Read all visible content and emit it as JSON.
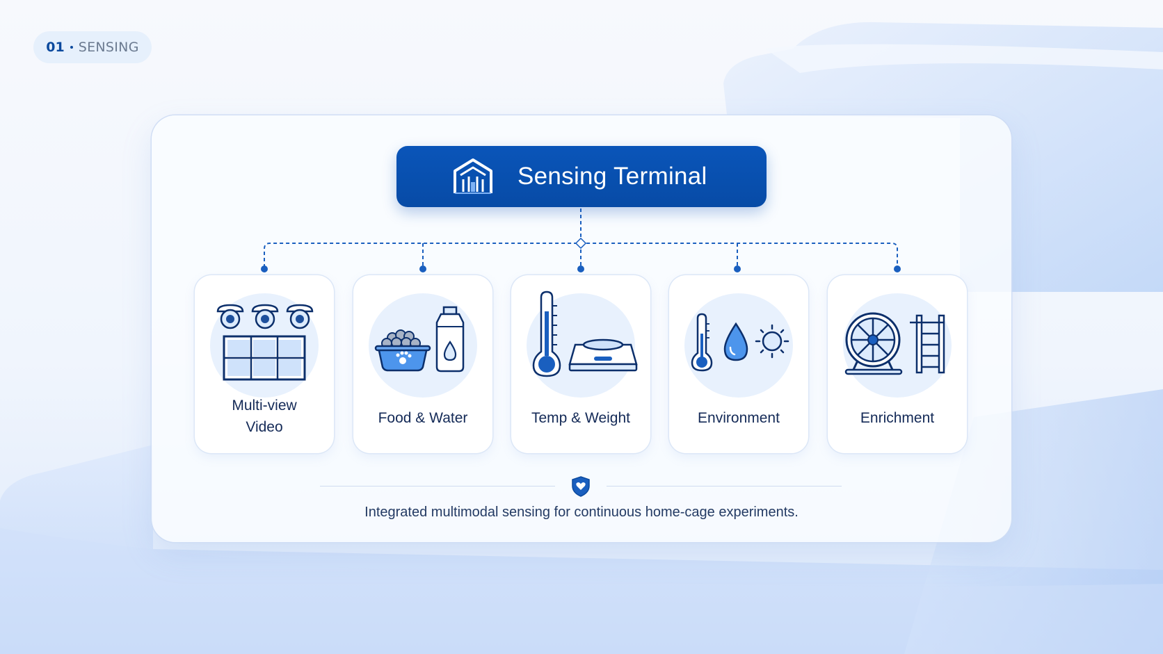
{
  "badge": {
    "number": "01",
    "label": "SENSING"
  },
  "terminal": {
    "title": "Sensing Terminal",
    "icon": "cage-icon"
  },
  "modules": [
    {
      "label_lines": [
        "Multi-view",
        "Video"
      ],
      "icon": "multi-camera-icon"
    },
    {
      "label_lines": [
        "Food & Water"
      ],
      "icon": "food-bowl-bottle-icon"
    },
    {
      "label_lines": [
        "Temp & Weight"
      ],
      "icon": "thermometer-scale-icon"
    },
    {
      "label_lines": [
        "Environment"
      ],
      "icon": "thermometer-drop-sun-icon"
    },
    {
      "label_lines": [
        "Enrichment"
      ],
      "icon": "wheel-ladder-icon"
    }
  ],
  "footer": {
    "caption": "Integrated multimodal sensing for continuous home-cage experiments.",
    "icon": "shield-heart-icon"
  },
  "colors": {
    "primary": "#0a55b9",
    "text": "#142a57",
    "icon_fill": "#dcebfd",
    "circle": "#e8f1fd"
  }
}
